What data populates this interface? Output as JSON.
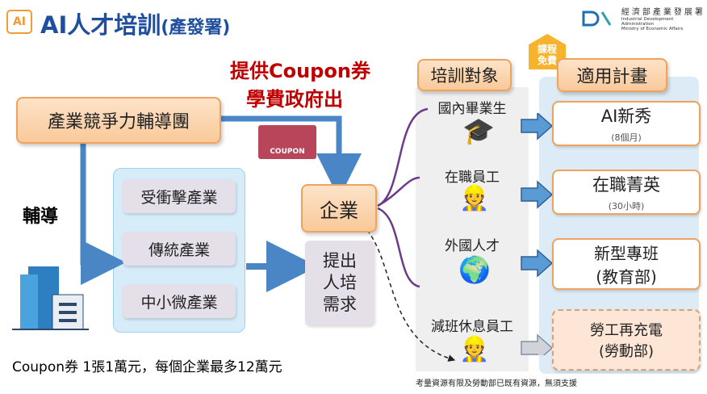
{
  "header": {
    "title": "AI人才培訓",
    "title_suffix": "(產發署)",
    "logo_text": "AI",
    "org_name_zh": "經濟部產業發展署",
    "org_name_en1": "Industrial Development Administration",
    "org_name_en2": "Ministry of Economic Affairs"
  },
  "left": {
    "team": "產業競爭力輔導團",
    "guide": "輔導",
    "industries": [
      "受衝擊產業",
      "傳統產業",
      "中小微產業"
    ],
    "coupon_label": "COUPON",
    "coupon_line1": "提供Coupon券",
    "coupon_line2": "學費政府出",
    "enterprise": "企業",
    "need": "提出人培需求",
    "note": "Coupon券 1張1萬元，每個企業最多12萬元"
  },
  "targets": {
    "header": "培訓對象",
    "items": [
      "國內畢業生",
      "在職員工",
      "外國人才",
      "減班休息員工"
    ]
  },
  "plans": {
    "header": "適用計畫",
    "badge": "課程免費",
    "items": [
      {
        "name": "AI新秀",
        "sub": "(8個月)"
      },
      {
        "name": "在職菁英",
        "sub": "(30小時)"
      },
      {
        "name": "新型專班",
        "sub": "(教育部)"
      },
      {
        "name": "勞工再充電",
        "sub": "(勞動部)"
      }
    ],
    "footnote": "考量資源有限及勞動部已既有資源，無須支援"
  }
}
